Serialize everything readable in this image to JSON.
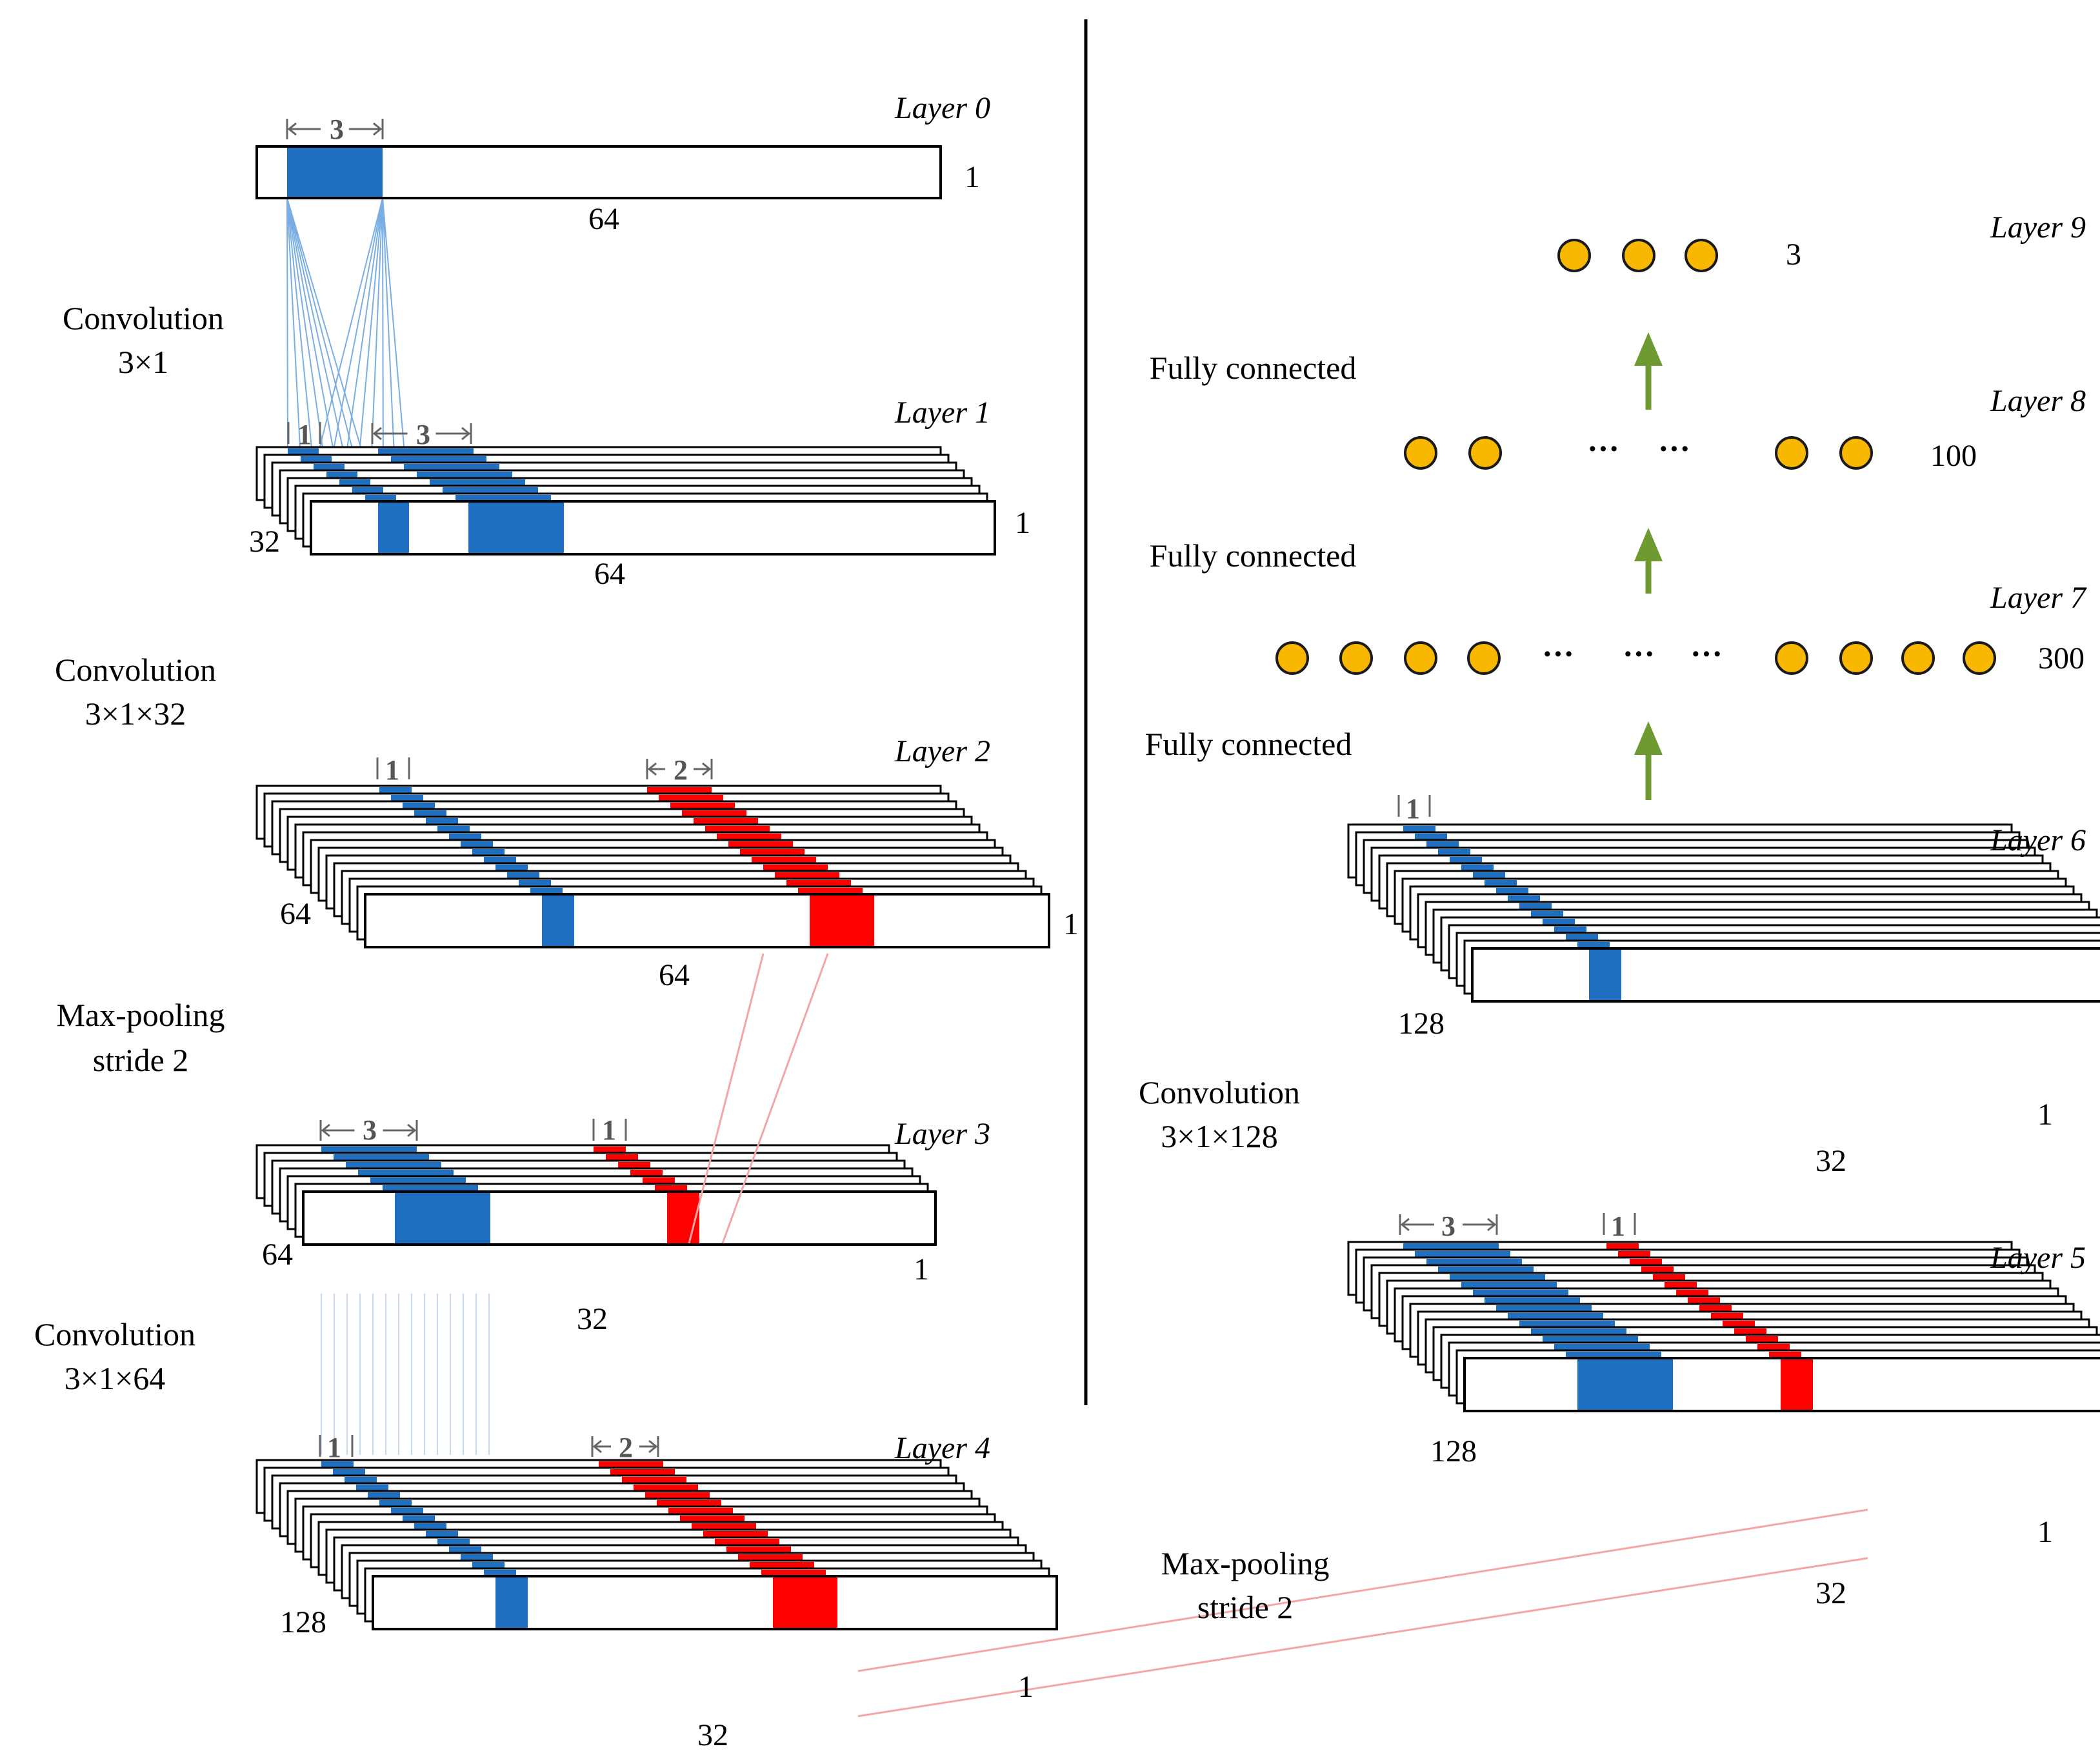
{
  "colors": {
    "blue": "#1f6fc1",
    "red": "#ff0000",
    "neuron": "#f9b800",
    "neuron_stroke": "#1a1a1a",
    "arrow": "#6e9a32",
    "blue_line": "#7aaee2",
    "red_line": "#f4a6a6",
    "marker": "#666666"
  },
  "layers": {
    "l0": {
      "title": "Layer 0",
      "width": "64",
      "height": "1",
      "kernel": "3"
    },
    "l1": {
      "title": "Layer 1",
      "width": "64",
      "height": "1",
      "depth": "32",
      "kernel": "3",
      "stride": "1"
    },
    "l2": {
      "title": "Layer 2",
      "width": "64",
      "height": "1",
      "depth": "64",
      "stride": "1",
      "pool": "2"
    },
    "l3": {
      "title": "Layer 3",
      "width": "32",
      "height": "1",
      "depth": "64",
      "kernel": "3",
      "stride": "1"
    },
    "l4": {
      "title": "Layer 4",
      "width": "32",
      "height": "1",
      "depth": "128",
      "stride": "1",
      "pool": "2"
    },
    "l5": {
      "title": "Layer 5",
      "width": "32",
      "height": "1",
      "depth": "128",
      "kernel": "3",
      "stride": "1"
    },
    "l6": {
      "title": "Layer 6",
      "width": "32",
      "height": "1",
      "depth": "128",
      "stride": "1"
    },
    "l7": {
      "title": "Layer 7",
      "count": "300"
    },
    "l8": {
      "title": "Layer 8",
      "count": "100"
    },
    "l9": {
      "title": "Layer 9",
      "count": "3"
    }
  },
  "operations": {
    "conv1": {
      "line1": "Convolution",
      "line2": "3×1"
    },
    "conv2": {
      "line1": "Convolution",
      "line2": "3×1×32"
    },
    "pool1": {
      "line1": "Max-pooling",
      "line2": "stride 2"
    },
    "conv3": {
      "line1": "Convolution",
      "line2": "3×1×64"
    },
    "pool2": {
      "line1": "Max-pooling",
      "line2": "stride 2"
    },
    "conv4": {
      "line1": "Convolution",
      "line2": "3×1×128"
    },
    "fc1": "Fully connected",
    "fc2": "Fully connected",
    "fc3": "Fully connected"
  },
  "ellipsis": "···"
}
